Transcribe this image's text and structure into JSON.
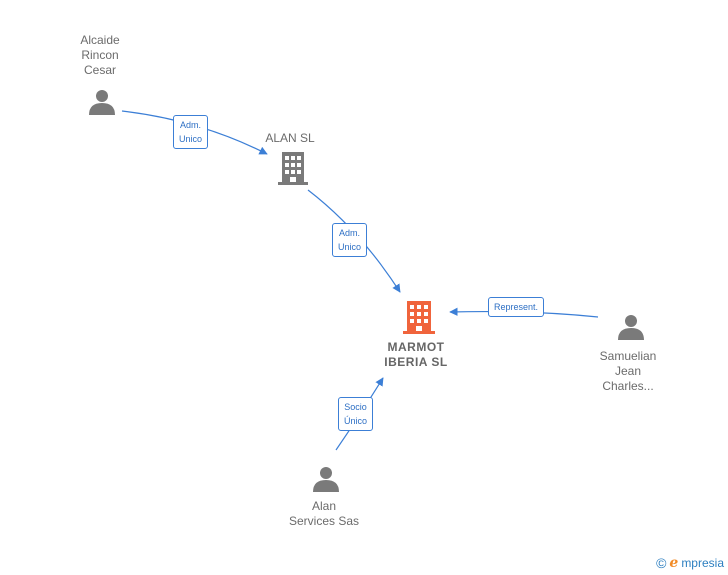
{
  "nodes": {
    "alcaide": {
      "label": "Alcaide\nRincon\nCesar",
      "icon": "person-icon"
    },
    "alan_sl": {
      "label": "ALAN SL",
      "icon": "building-icon"
    },
    "marmot": {
      "label": "MARMOT\nIBERIA  SL",
      "icon": "building-icon"
    },
    "samuelian": {
      "label": "Samuelian\nJean\nCharles...",
      "icon": "person-icon"
    },
    "alan_services": {
      "label": "Alan\nServices Sas",
      "icon": "person-icon"
    }
  },
  "edges": {
    "e1": {
      "label": "Adm.\nUnico"
    },
    "e2": {
      "label": "Adm.\nUnico"
    },
    "e3": {
      "label": "Represent."
    },
    "e4": {
      "label": "Socio\nÚnico"
    }
  },
  "colors": {
    "edge": "#3c7fd6",
    "icon_gray": "#7a7a7a",
    "icon_main": "#f0643c"
  },
  "brand": {
    "copyright": "©",
    "name": "mpresia",
    "initial": "e"
  }
}
